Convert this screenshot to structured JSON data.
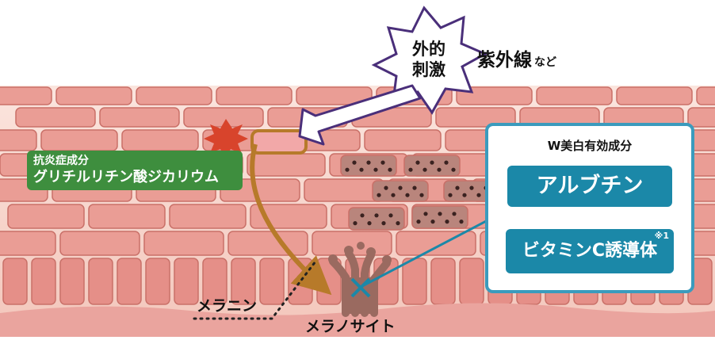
{
  "burst": {
    "line1": "外的",
    "line2": "刺激"
  },
  "uv": {
    "main": "紫外線",
    "suffix": "など"
  },
  "anti_inflammatory": {
    "title": "抗炎症成分",
    "name": "グリチルリチン酸ジカリウム"
  },
  "whitening_box": {
    "heading": "W美白有効成分",
    "ingredient_1": "アルブチン",
    "ingredient_2": "ビタミンC誘導体",
    "note_mark": "※1"
  },
  "labels": {
    "melanin": "メラニン",
    "melanocyte": "メラノサイト"
  },
  "colors": {
    "tissue": "#f6d5cc",
    "cell": "#ea9d95",
    "cell_stroke": "#c97068",
    "basal_cell": "#e58f88",
    "arrow_brown": "#b77a2a",
    "burst_stroke": "#4a2f7a",
    "green_label": "#3e8e3e",
    "blue_accent": "#1b88a8",
    "blue_border": "#3b9bbd",
    "melanocyte": "#9a6a60",
    "spark": "#d8442c"
  }
}
